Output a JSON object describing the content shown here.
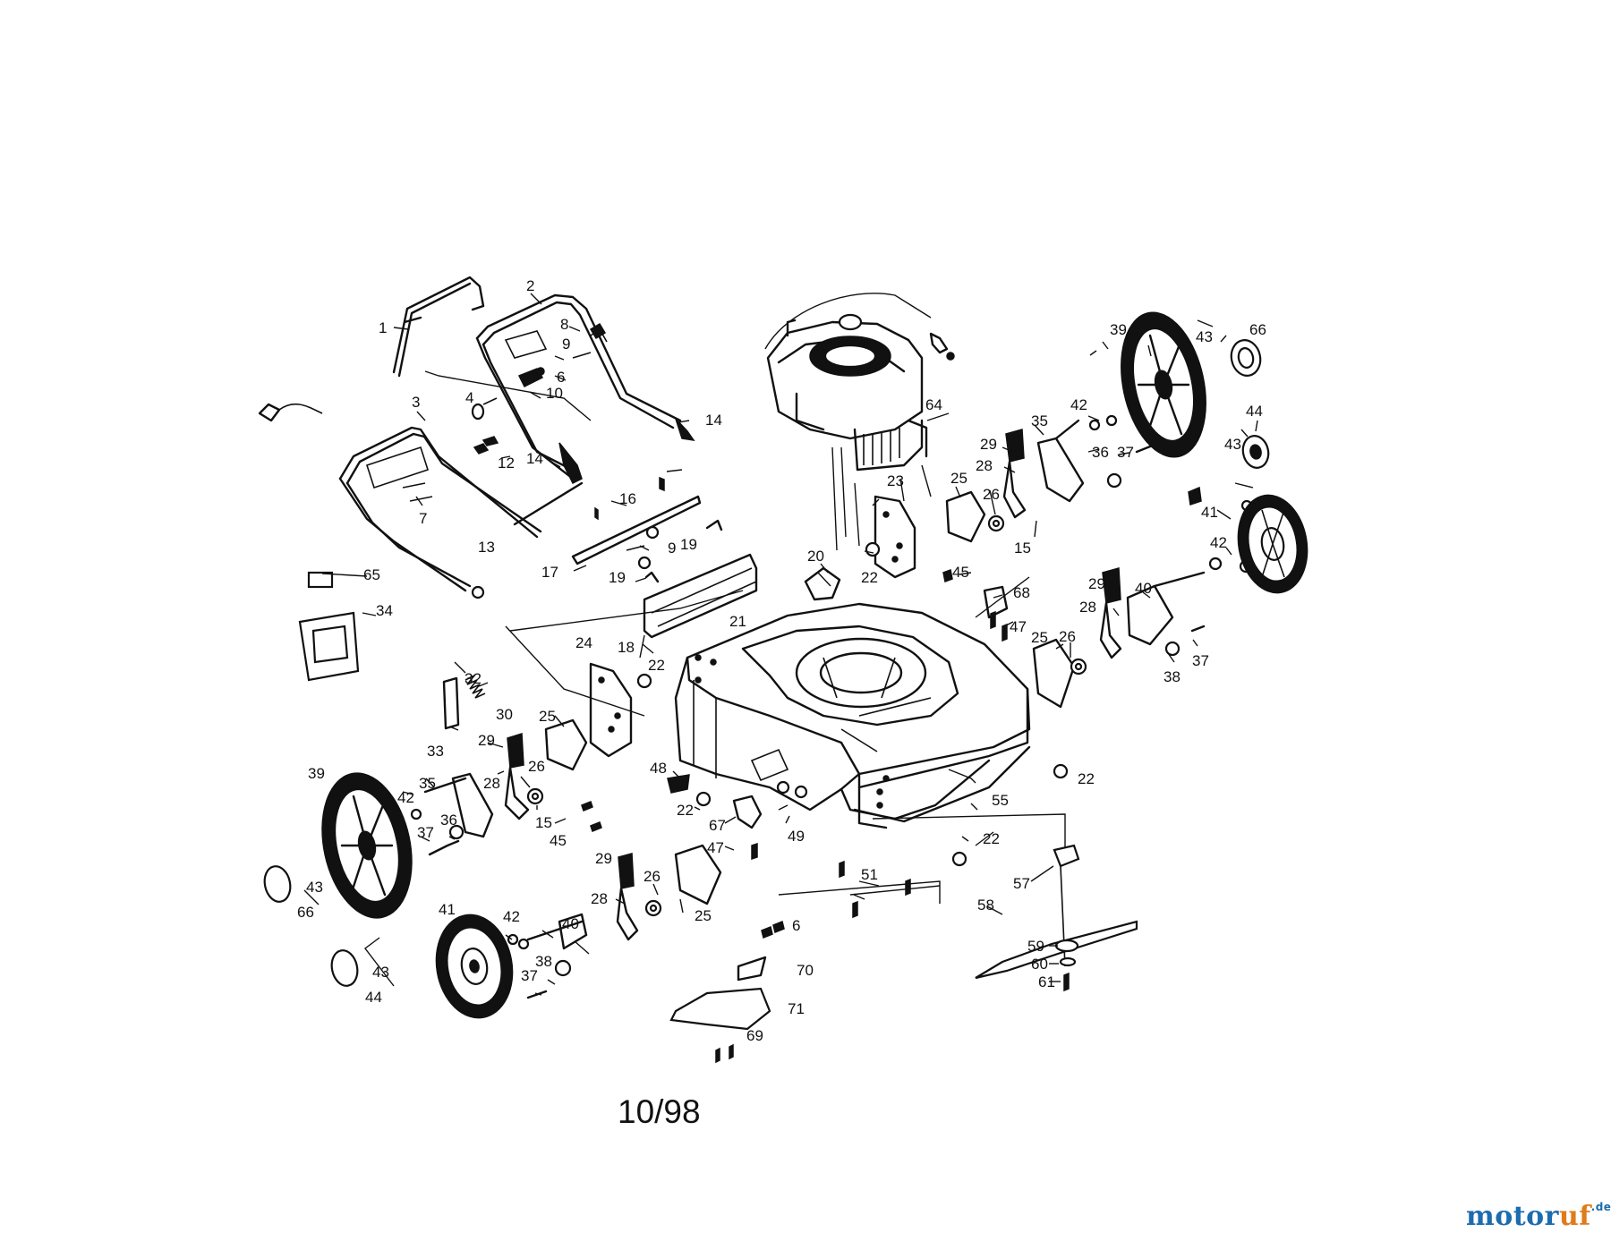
{
  "footer_date": "10/98",
  "watermark": {
    "part1": "motor",
    "part2": "uf",
    "part3": ".de"
  },
  "part_labels": [
    "1",
    "2",
    "3",
    "4",
    "6",
    "7",
    "8",
    "9",
    "10",
    "12",
    "13",
    "14",
    "15",
    "16",
    "17",
    "18",
    "19",
    "20",
    "21",
    "22",
    "23",
    "24",
    "25",
    "26",
    "28",
    "29",
    "30",
    "32",
    "33",
    "34",
    "35",
    "36",
    "37",
    "38",
    "39",
    "40",
    "41",
    "42",
    "43",
    "44",
    "45",
    "47",
    "48",
    "49",
    "51",
    "55",
    "57",
    "58",
    "59",
    "60",
    "61",
    "64",
    "65",
    "66",
    "67",
    "68",
    "69",
    "70",
    "71"
  ],
  "colors": {
    "line": "#111111",
    "background": "#ffffff",
    "watermark_blue": "#1c6cae",
    "watermark_orange": "#e07b1a"
  }
}
